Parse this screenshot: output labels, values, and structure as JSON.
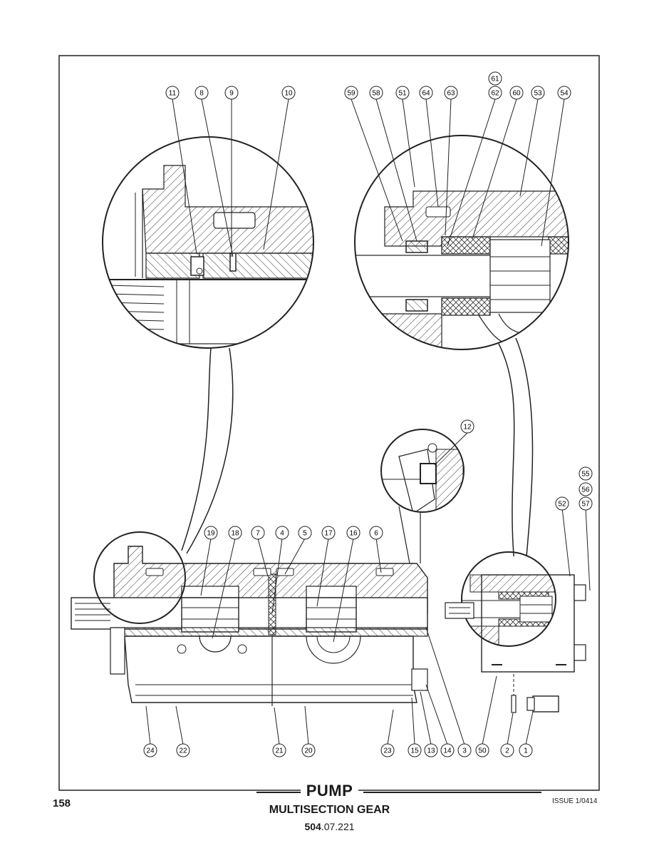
{
  "page": {
    "number": "158",
    "title": "PUMP",
    "subtitle": "MULTISECTION GEAR",
    "doc_code_bold": "504",
    "doc_code_rest": ".07.221",
    "issue": "ISSUE 1/0414"
  },
  "callouts": {
    "detail_left": [
      "11",
      "8",
      "9",
      "10"
    ],
    "detail_right": [
      "59",
      "58",
      "51",
      "64",
      "63",
      "61",
      "62",
      "60",
      "53",
      "54"
    ],
    "detail_small": [
      "12"
    ],
    "main_top": [
      "19",
      "18",
      "7",
      "4",
      "5",
      "17",
      "16",
      "6"
    ],
    "side_top": [
      "55",
      "56",
      "57",
      "52"
    ],
    "bottom": [
      "24",
      "22",
      "21",
      "20",
      "23",
      "15",
      "13",
      "14",
      "3",
      "50",
      "2",
      "1"
    ]
  }
}
